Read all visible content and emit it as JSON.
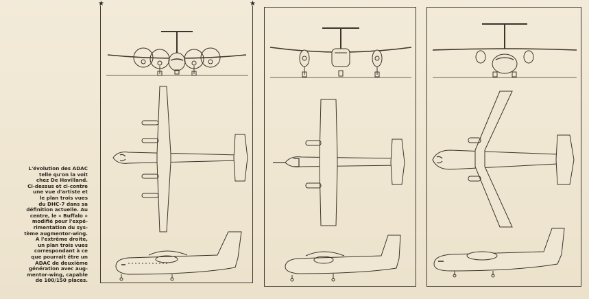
{
  "caption": {
    "lines": [
      "L'évolution des ADAC",
      "telle qu'on la voit",
      "chez De Havilland.",
      "Ci-dessus et ci-contre",
      "une vue d'artiste et",
      "le plan trois vues",
      "du DHC-7 dans sa",
      "définition actuelle. Au",
      "centre, le « Buffalo »",
      "modifié pour l'expé-",
      "rimentation du sys-",
      "tème augmentor-wing.",
      "A l'extrême droite,",
      "un plan trois vues",
      "correspondant à ce",
      "que pourrait être un",
      "ADAC de deuxième",
      "génération avec aug-",
      "mentor-wing, capable",
      "de 100/150 places."
    ]
  },
  "panels": [
    {
      "name": "DHC-7",
      "engines": 4
    },
    {
      "name": "Buffalo modifié",
      "engines": 2
    },
    {
      "name": "ADAC deuxième génération",
      "engines": 2
    }
  ],
  "colors": {
    "ink": "#3a342a",
    "paper": "#efe6d3"
  }
}
